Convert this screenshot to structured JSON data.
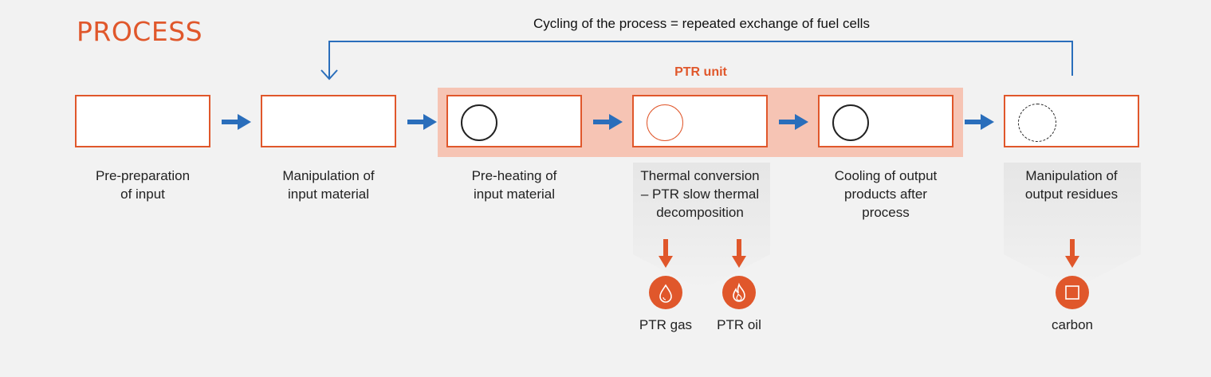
{
  "title": "PROCESS",
  "cycle_label": "Cycling of the process = repeated exchange of fuel cells",
  "unit_label": "PTR unit",
  "colors": {
    "accent": "#e0572b",
    "arrow_blue": "#2a6ebb",
    "band": "#f6c4b4",
    "background": "#f2f2f2",
    "cycle_line": "#2a6ebb"
  },
  "steps": [
    {
      "label_lines": [
        "Pre-preparation",
        "of input"
      ],
      "symbol": "none"
    },
    {
      "label_lines": [
        "Manipulation of",
        "input material"
      ],
      "symbol": "none"
    },
    {
      "label_lines": [
        "Pre-heating of",
        "input material"
      ],
      "symbol": "black-circle-icon"
    },
    {
      "label_lines": [
        "Thermal conversion",
        "– PTR slow thermal",
        "decomposition"
      ],
      "symbol": "orange-circle-icon"
    },
    {
      "label_lines": [
        "Cooling of output",
        "products after",
        "process"
      ],
      "symbol": "black-circle-icon"
    },
    {
      "label_lines": [
        "Manipulation of",
        "output residues"
      ],
      "symbol": "dashed-circle-icon"
    }
  ],
  "outputs": [
    {
      "label": "PTR gas",
      "icon": "drop-icon"
    },
    {
      "label": "PTR oil",
      "icon": "flame-icon"
    },
    {
      "label": "carbon",
      "icon": "square-icon"
    }
  ]
}
